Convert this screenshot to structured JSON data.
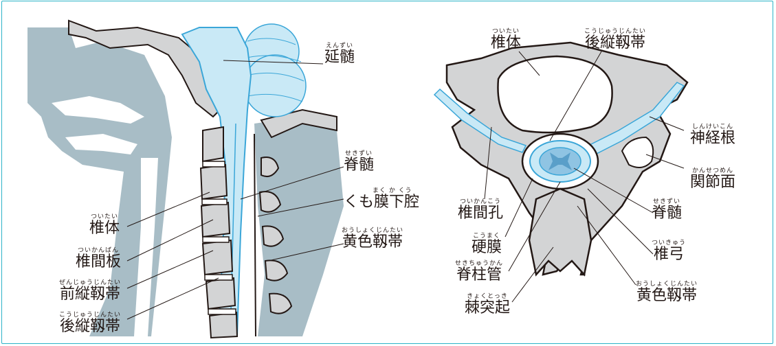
{
  "colors": {
    "bone_fill": "#d3d4d5",
    "bone_stroke": "#231815",
    "tissue": "#a8bdc6",
    "nerve": "#c9e9f6",
    "nerve_edge": "#3aa6d8",
    "frame": "#2bb3c8"
  },
  "sagittal": {
    "labels": [
      {
        "id": "medulla",
        "furigana": "えんずい",
        "text": "延髄"
      },
      {
        "id": "spinal_cord",
        "furigana": "せきずい",
        "text": "脊髄"
      },
      {
        "id": "subarachnoid",
        "furigana": "まく か くう",
        "text": "くも膜下腔"
      },
      {
        "id": "ligamentum_flavum",
        "furigana": "おうしょくじんたい",
        "text": "黄色靱帯"
      },
      {
        "id": "vertebral_body",
        "furigana": "ついたい",
        "text": "椎体"
      },
      {
        "id": "disc",
        "furigana": "ついかんばん",
        "text": "椎間板"
      },
      {
        "id": "all",
        "furigana": "ぜんじゅうじんたい",
        "text": "前縦靱帯"
      },
      {
        "id": "pll",
        "furigana": "こうじゅうじんたい",
        "text": "後縦靱帯"
      }
    ]
  },
  "axial": {
    "labels": [
      {
        "id": "vertebral_body",
        "furigana": "ついたい",
        "text": "椎体"
      },
      {
        "id": "pll",
        "furigana": "こうじゅうじんたい",
        "text": "後縦靱帯"
      },
      {
        "id": "nerve_root",
        "furigana": "しんけいこん",
        "text": "神経根"
      },
      {
        "id": "facet",
        "furigana": "かんせつめん",
        "text": "関節面"
      },
      {
        "id": "spinal_cord",
        "furigana": "せきずい",
        "text": "脊髄"
      },
      {
        "id": "lamina",
        "furigana": "ついきゅう",
        "text": "椎弓"
      },
      {
        "id": "ligamentum_flavum",
        "furigana": "おうしょくじんたい",
        "text": "黄色靱帯"
      },
      {
        "id": "foramen",
        "furigana": "ついかんこう",
        "text": "椎間孔"
      },
      {
        "id": "dura",
        "furigana": "こうまく",
        "text": "硬膜"
      },
      {
        "id": "canal",
        "furigana": "せきちゅうかん",
        "text": "脊柱管"
      },
      {
        "id": "spinous",
        "furigana": "きょくとっき",
        "text": "棘突起"
      }
    ]
  }
}
